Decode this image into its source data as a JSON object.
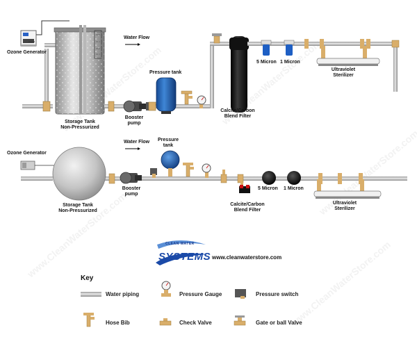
{
  "top_system": {
    "ozone_generator": "Ozone Generator",
    "water_flow": "Water Flow",
    "pressure_tank": "Pressure tank",
    "storage_tank_line1": "Storage Tank",
    "storage_tank_line2": "Non-Pressurized",
    "booster_pump_line1": "Booster",
    "booster_pump_line2": "pump",
    "calcite_filter_line1": "Calcite/Carbon",
    "calcite_filter_line2": "Blend Filter",
    "five_micron": "5 Micron",
    "one_micron": "1 Micron",
    "uv_line1": "Ultraviolet",
    "uv_line2": "Sterilizer"
  },
  "bottom_system": {
    "ozone_generator": "Ozone Generator",
    "water_flow": "Water Flow",
    "pressure_tank_line1": "Pressure",
    "pressure_tank_line2": "tank",
    "storage_tank_line1": "Storage Tank",
    "storage_tank_line2": "Non-Pressurized",
    "booster_pump_line1": "Booster",
    "booster_pump_line2": "pump",
    "calcite_filter_line1": "Calcite/Carbon",
    "calcite_filter_line2": "Blend Filter",
    "five_micron": "5 Micron",
    "one_micron": "1 Micron",
    "uv_line1": "Ultraviolet",
    "uv_line2": "Sterilizer"
  },
  "brand": {
    "logo_top": "CLEAN WATER",
    "logo_main": "SYSTEMS",
    "url": "www.cleanwaterstore.com",
    "watermark": "www.CleanWaterStore.com"
  },
  "key": {
    "title": "Key",
    "water_piping": "Water piping",
    "pressure_gauge": "Pressure Gauge",
    "pressure_switch": "Pressure switch",
    "hose_bib": "Hose Bib",
    "check_valve": "Check Valve",
    "gate_valve": "Gate or ball Valve"
  },
  "colors": {
    "pipe": "#c8c8c8",
    "pipe_edge": "#8a8a8a",
    "brass": "#d9ae6a",
    "tank_blue": "#1f5fb0",
    "filter_blue": "#1e5fc4",
    "filter_black": "#1a1a1a",
    "valve_red": "#cc1111"
  }
}
